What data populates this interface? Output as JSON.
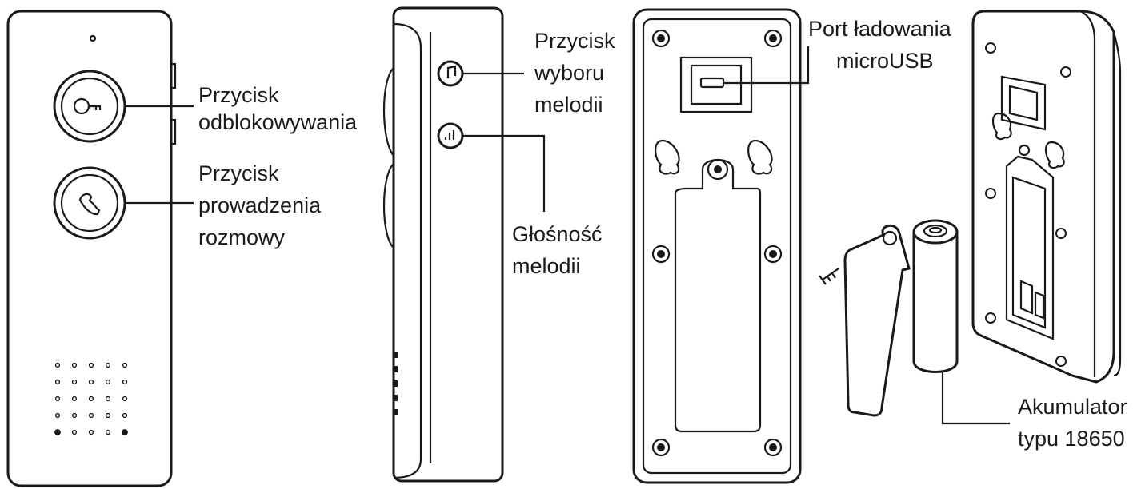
{
  "labels": {
    "unlock_line1": "Przycisk",
    "unlock_line2": "odblokowywania",
    "talk_line1": "Przycisk",
    "talk_line2": "prowadzenia",
    "talk_line3": "rozmowy",
    "melody_line1": "Przycisk",
    "melody_line2": "wyboru",
    "melody_line3": "melodii",
    "volume_line1": "Głośność",
    "volume_line2": "melodii",
    "port_line1": "Port ładowania",
    "port_line2": "microUSB",
    "battery_line1": "Akumulator",
    "battery_line2": "typu 18650"
  },
  "colors": {
    "ink": "#1a1a1a",
    "background": "#ffffff"
  },
  "icons": [
    "key-icon",
    "phone-handset-icon",
    "music-note-icon",
    "volume-icon"
  ]
}
